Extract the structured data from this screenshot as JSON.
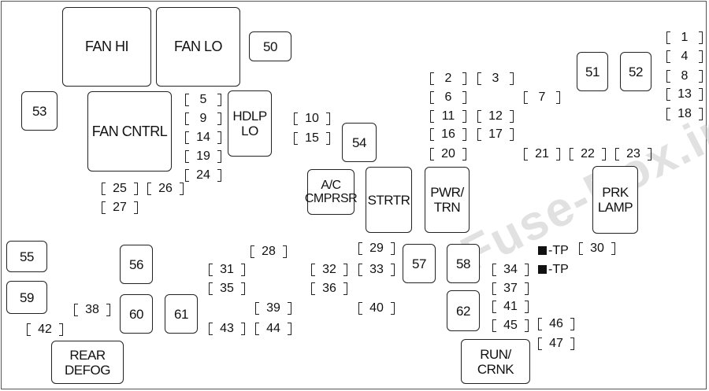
{
  "relays": {
    "fan_hi": "FAN HI",
    "fan_lo": "FAN LO",
    "fan_cntrl": "FAN CNTRL",
    "hdlp_lo": "HDLP\nLO",
    "ac_cmprsr": "A/C\nCMPRSR",
    "strtr": "STRTR",
    "pwr_trn": "PWR/\nTRN",
    "prk_lamp": "PRK\nLAMP",
    "rear_defog": "REAR\nDEFOG",
    "run_crnk": "RUN/\nCRNK",
    "r50": "50",
    "r51": "51",
    "r52": "52",
    "r53": "53",
    "r54": "54",
    "r55": "55",
    "r56": "56",
    "r57": "57",
    "r58": "58",
    "r59": "59",
    "r60": "60",
    "r61": "61",
    "r62": "62"
  },
  "fuses": {
    "f1": "1",
    "f2": "2",
    "f3": "3",
    "f4": "4",
    "f5": "5",
    "f6": "6",
    "f7": "7",
    "f8": "8",
    "f9": "9",
    "f10": "10",
    "f11": "11",
    "f12": "12",
    "f13": "13",
    "f14": "14",
    "f15": "15",
    "f16": "16",
    "f17": "17",
    "f18": "18",
    "f19": "19",
    "f20": "20",
    "f21": "21",
    "f22": "22",
    "f23": "23",
    "f24": "24",
    "f25": "25",
    "f26": "26",
    "f27": "27",
    "f28": "28",
    "f29": "29",
    "f30": "30",
    "f31": "31",
    "f32": "32",
    "f33": "33",
    "f34": "34",
    "f35": "35",
    "f36": "36",
    "f37": "37",
    "f38": "38",
    "f39": "39",
    "f40": "40",
    "f41": "41",
    "f42": "42",
    "f43": "43",
    "f44": "44",
    "f45": "45",
    "f46": "46",
    "f47": "47"
  },
  "test_points": {
    "tp1": "-TP",
    "tp2": "-TP"
  },
  "watermark": "Fuse-Box.inFo"
}
